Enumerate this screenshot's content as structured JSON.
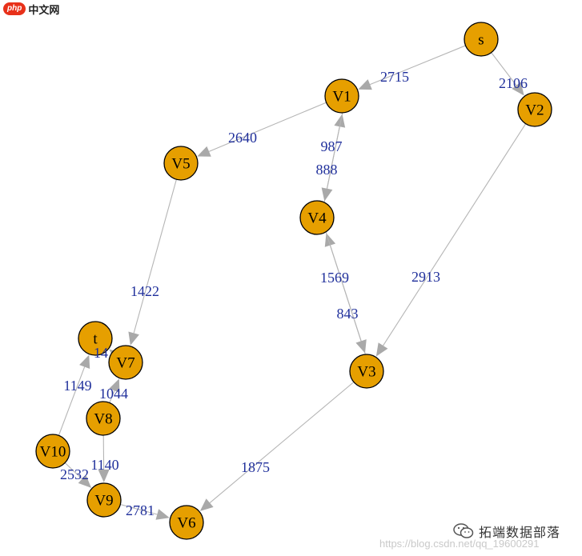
{
  "logo": {
    "badge": "php",
    "text": "中文网"
  },
  "watermark": {
    "wechat_text": "拓端数据部落",
    "url": "https://blog.csdn.net/qq_19600291"
  },
  "nodes": [
    {
      "id": "s",
      "label": "s"
    },
    {
      "id": "V1",
      "label": "V1"
    },
    {
      "id": "V2",
      "label": "V2"
    },
    {
      "id": "V5",
      "label": "V5"
    },
    {
      "id": "V4",
      "label": "V4"
    },
    {
      "id": "V3",
      "label": "V3"
    },
    {
      "id": "t",
      "label": "t"
    },
    {
      "id": "V7",
      "label": "V7"
    },
    {
      "id": "V8",
      "label": "V8"
    },
    {
      "id": "V10",
      "label": "V10"
    },
    {
      "id": "V9",
      "label": "V9"
    },
    {
      "id": "V6",
      "label": "V6"
    }
  ],
  "edges": [
    {
      "from": "s",
      "to": "V1",
      "label": "2715"
    },
    {
      "from": "s",
      "to": "V2",
      "label": "2106"
    },
    {
      "from": "V1",
      "to": "V5",
      "label": "2640"
    },
    {
      "from": "V4",
      "to": "V1",
      "label": "987"
    },
    {
      "from": "V1",
      "to": "V4",
      "label": "888"
    },
    {
      "from": "V2",
      "to": "V3",
      "label": "2913"
    },
    {
      "from": "V5",
      "to": "V7",
      "label": "1422"
    },
    {
      "from": "V3",
      "to": "V4",
      "label": "1569"
    },
    {
      "from": "V4",
      "to": "V3",
      "label": "843"
    },
    {
      "from": "V3",
      "to": "V6",
      "label": "1875"
    },
    {
      "from": "V7",
      "to": "t",
      "label": "14"
    },
    {
      "from": "V10",
      "to": "t",
      "label": "1149"
    },
    {
      "from": "V8",
      "to": "V7",
      "label": "1044"
    },
    {
      "from": "V8",
      "to": "V9",
      "label": "1140"
    },
    {
      "from": "V10",
      "to": "V9",
      "label": "2532"
    },
    {
      "from": "V9",
      "to": "V6",
      "label": "2781"
    }
  ]
}
